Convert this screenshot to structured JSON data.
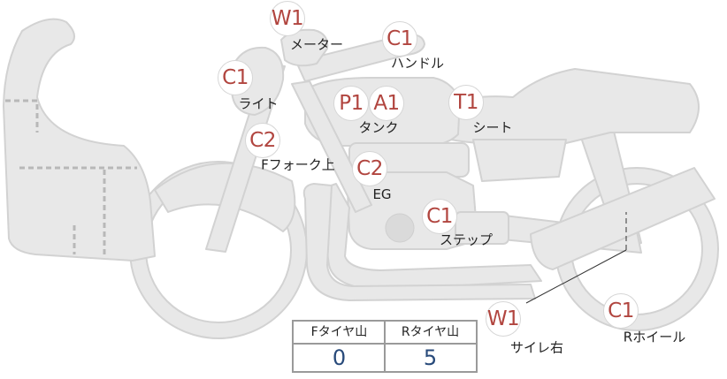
{
  "colors": {
    "body_fill": "#e8e8e8",
    "body_stroke": "#d2d2d2",
    "code_text": "#b1453f",
    "value_text": "#284a7a"
  },
  "parts": [
    {
      "id": "meter",
      "label": "メーター",
      "code": "W1"
    },
    {
      "id": "handle",
      "label": "ハンドル",
      "code": "C1"
    },
    {
      "id": "light",
      "label": "ライト",
      "code": "C1"
    },
    {
      "id": "tank",
      "label": "タンク",
      "codes": [
        "P1",
        "A1"
      ]
    },
    {
      "id": "seat",
      "label": "シート",
      "code": "T1"
    },
    {
      "id": "front-fork",
      "label": "Fフォーク上",
      "code": "C2"
    },
    {
      "id": "engine",
      "label": "EG",
      "code": "C2"
    },
    {
      "id": "step",
      "label": "ステップ",
      "code": "C1"
    },
    {
      "id": "silencer",
      "label": "サイレ右",
      "code": "W1"
    },
    {
      "id": "rear-wheel",
      "label": "Rホイール",
      "code": "C1"
    }
  ],
  "tread": {
    "front_label": "Fタイヤ山",
    "rear_label": "Rタイヤ山",
    "front_value": "0",
    "rear_value": "5"
  }
}
